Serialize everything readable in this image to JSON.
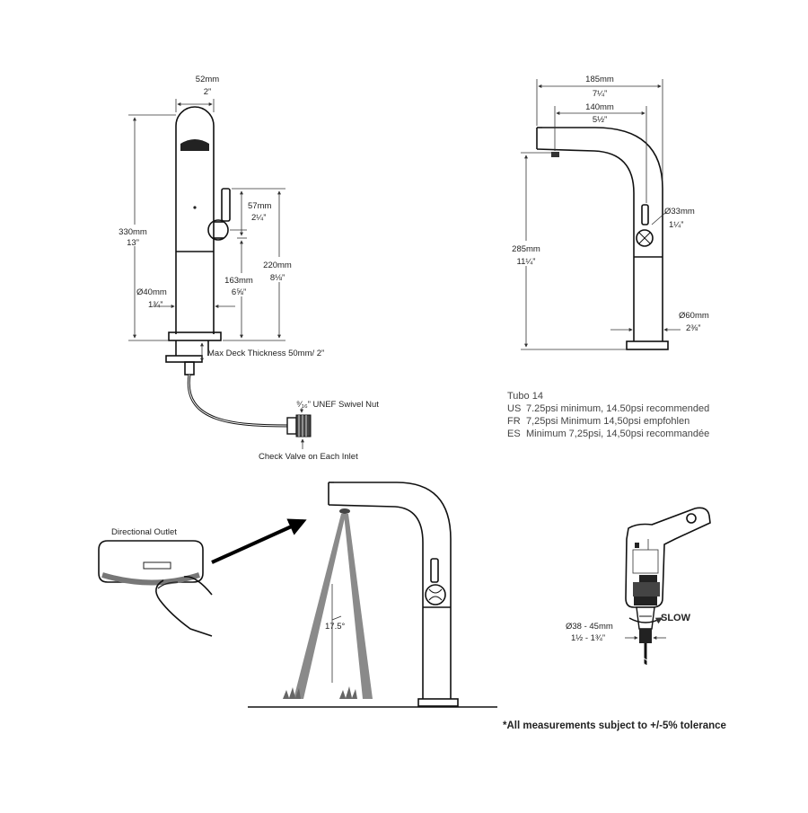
{
  "front_view": {
    "width_mm": "52mm",
    "width_in": "2”",
    "height_mm": "330mm",
    "height_in": "13”",
    "diameter_mm": "Ø40mm",
    "diameter_in": "1¾”",
    "handle_top_mm": "57mm",
    "handle_top_in": "2¼”",
    "handle_height_mm": "163mm",
    "handle_height_in": "6⅝”",
    "total_height_mm": "220mm",
    "total_height_in": "8⅛”",
    "deck_thickness": "Max Deck Thickness 50mm/ 2”",
    "swivel_nut": "⁹⁄₁₆” UNEF Swivel Nut",
    "check_valve": "Check Valve on Each Inlet"
  },
  "side_view": {
    "reach_mm": "185mm",
    "reach_in": "7¼”",
    "spout_mm": "140mm",
    "spout_in": "5½”",
    "handle_diameter_mm": "Ø33mm",
    "handle_diameter_in": "1¼”",
    "height_mm": "285mm",
    "height_in": "11¼”",
    "base_diameter_mm": "Ø60mm",
    "base_diameter_in": "2⅜”"
  },
  "pressure_specs": {
    "model": "Tubo 14",
    "lines": [
      {
        "code": "US",
        "text": "7.25psi minimum, 14.50psi recommended"
      },
      {
        "code": "FR",
        "text": "7,25psi Minimum 14,50psi empfohlen"
      },
      {
        "code": "ES",
        "text": "Minimum 7,25psi, 14,50psi recommandée"
      }
    ]
  },
  "outlet_detail": {
    "title": "Directional Outlet",
    "angle": "17.5°"
  },
  "drill_detail": {
    "hole_mm": "Ø38 - 45mm",
    "hole_in": "1½ - 1¾”",
    "speed": "SLOW"
  },
  "tolerance_note": "*All measurements subject to +/-5% tolerance"
}
